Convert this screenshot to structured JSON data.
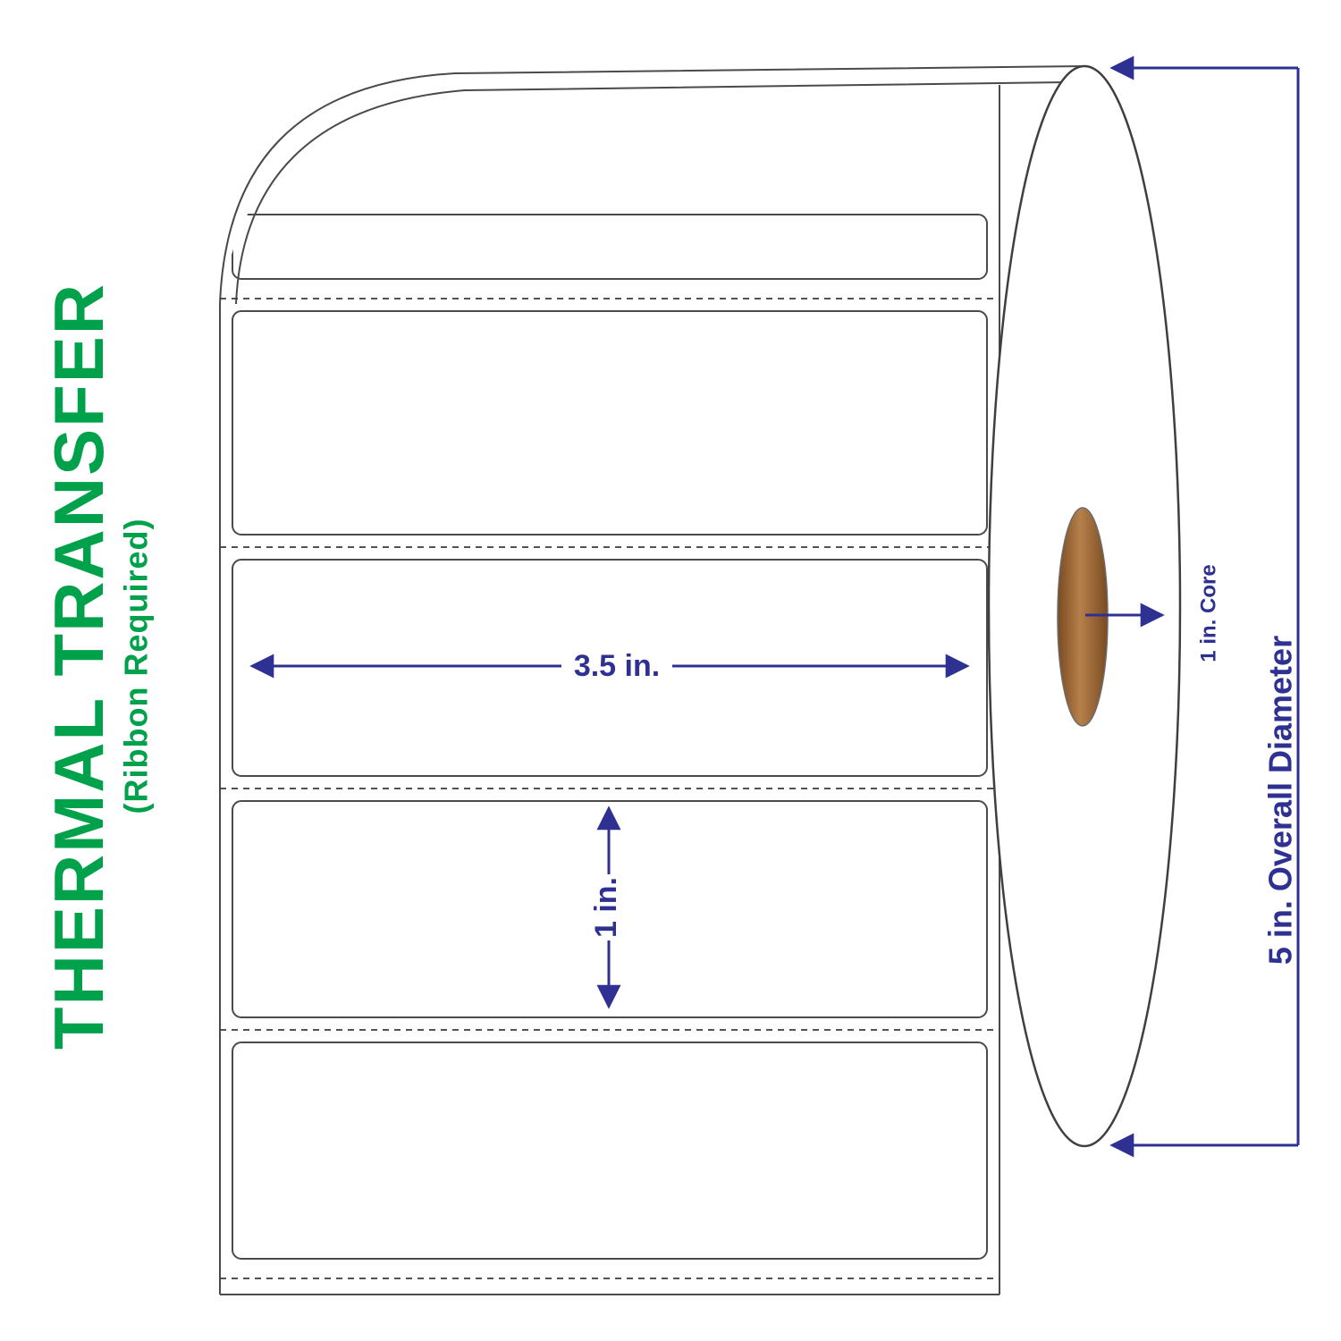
{
  "side_text": {
    "title": "THERMAL TRANSFER",
    "subtitle": "(Ribbon Required)",
    "color": "#00a14b"
  },
  "dimensions": {
    "label_width": "3.5 in.",
    "label_height": "1 in.",
    "core": "1 in. Core",
    "overall_diameter": "5 in. Overall Diameter",
    "color": "#2e3192"
  },
  "diagram": {
    "full_labels_visible": 4,
    "partial_labels_visible": 1,
    "perforation_lines": 5,
    "outline_color": "#4a4a4a",
    "core_color": "#a9713c",
    "label_fill": "#ffffff",
    "background": "#ffffff"
  }
}
